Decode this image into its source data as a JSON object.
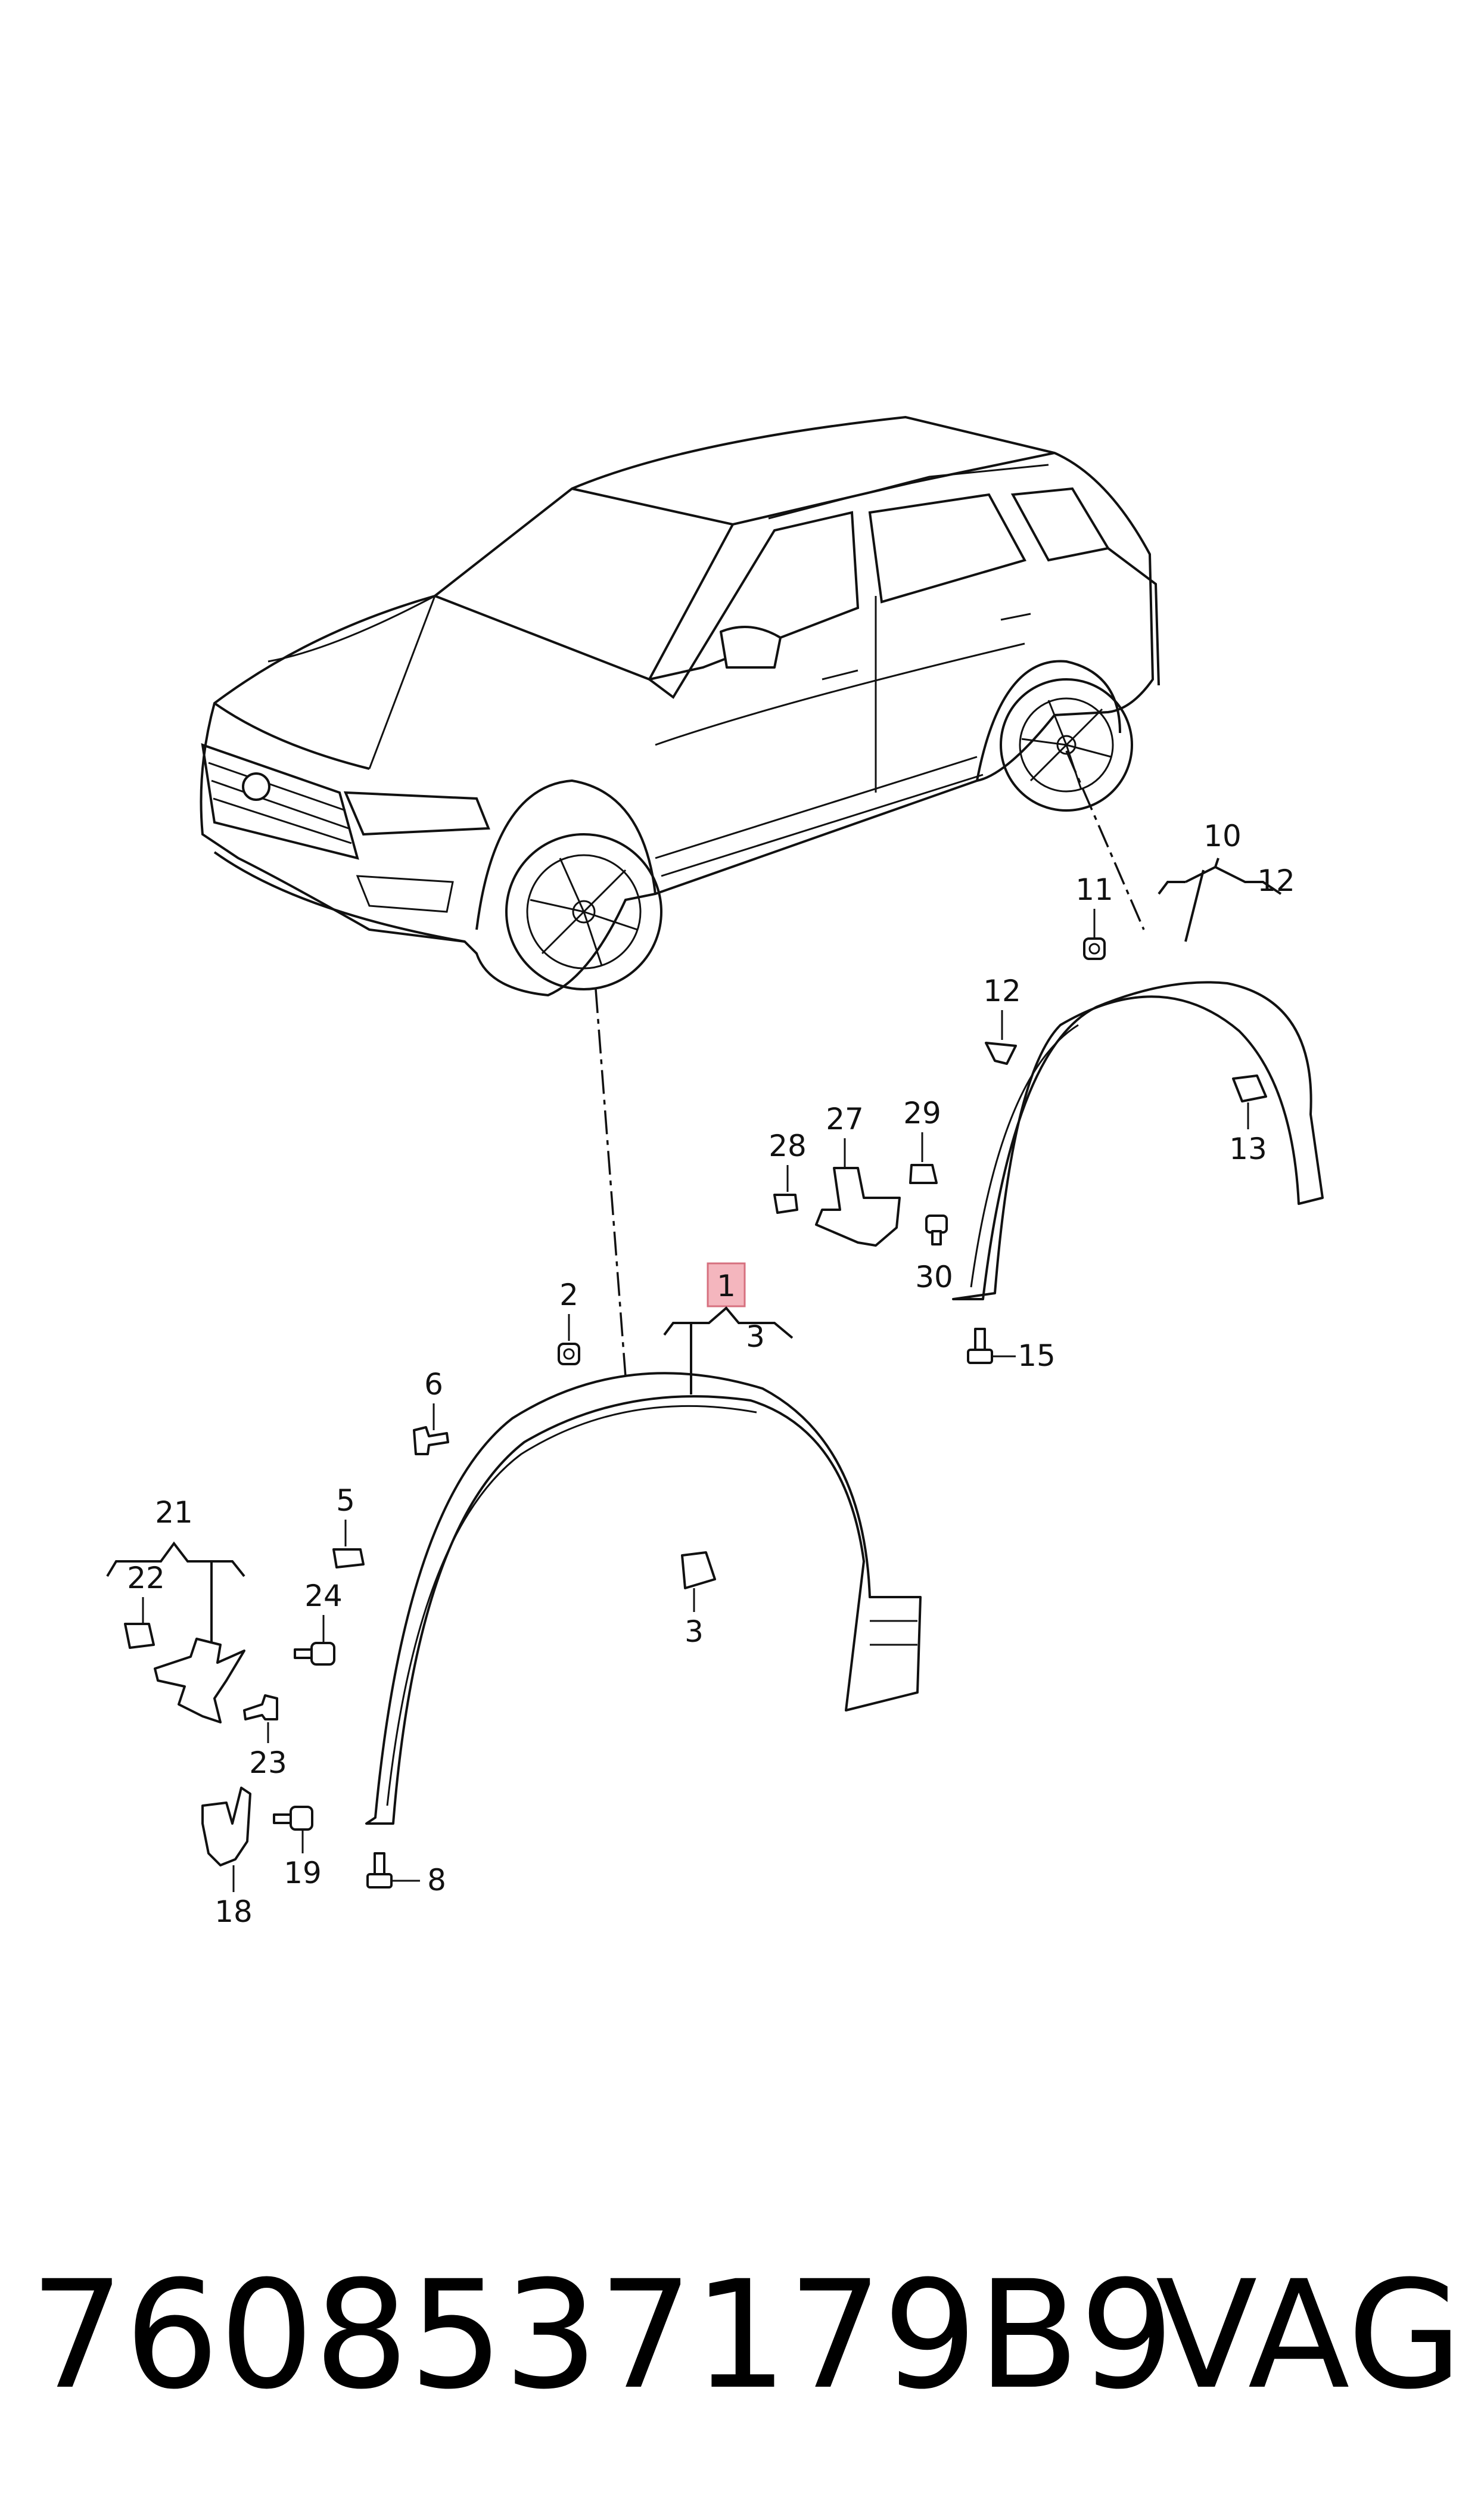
{
  "callouts": {
    "p1": "1",
    "p2": "2",
    "p3a": "3",
    "p3b": "3",
    "p5": "5",
    "p6": "6",
    "p8": "8",
    "p10": "10",
    "p11": "11",
    "p12a": "12",
    "p12b": "12",
    "p13": "13",
    "p15": "15",
    "p18": "18",
    "p19": "19",
    "p21": "21",
    "p22": "22",
    "p23": "23",
    "p24": "24",
    "p27": "27",
    "p28": "28",
    "p29": "29",
    "p30": "30"
  },
  "highlight_color": "#f4b6be",
  "footer": {
    "part_number": "7608537179B9",
    "brand": "VAG"
  }
}
